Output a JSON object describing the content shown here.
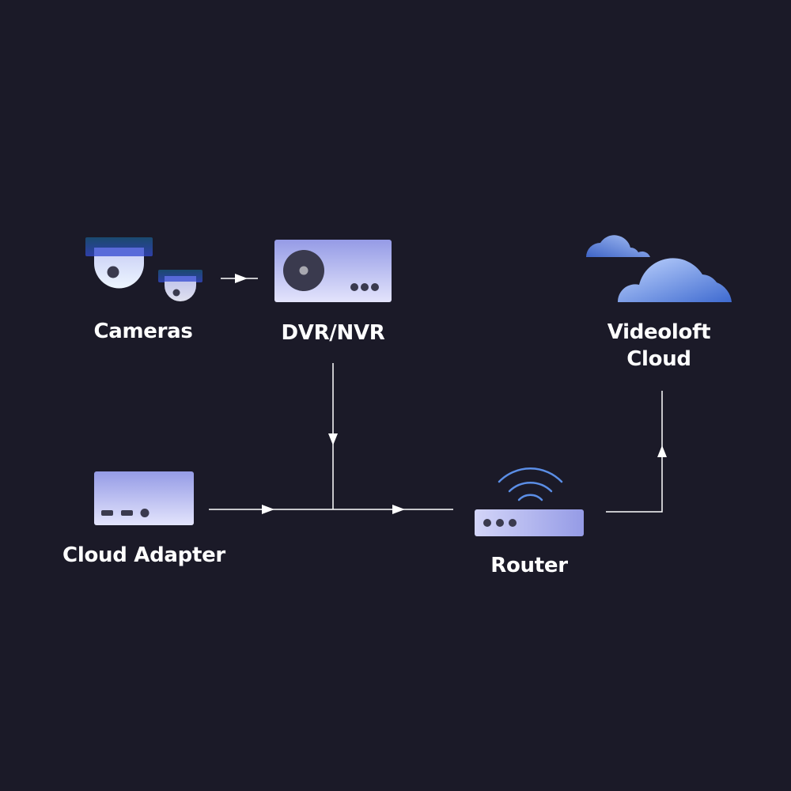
{
  "nodes": {
    "cameras": {
      "label": "Cameras"
    },
    "dvr": {
      "label": "DVR/NVR"
    },
    "cloud": {
      "label_line1": "Videoloft",
      "label_line2": "Cloud"
    },
    "adapter": {
      "label": "Cloud Adapter"
    },
    "router": {
      "label": "Router"
    }
  },
  "colors": {
    "background": "#1b1a28",
    "device_top": "#959be6",
    "device_bottom": "#e3e4fc",
    "camera_mount": "#1d3e7a",
    "camera_band": "#4d5fd6",
    "cloud_light": "#b9d1ff",
    "cloud_dark": "#3e6ad0",
    "wifi": "#5b8ee6",
    "dot": "#3a3a4e",
    "connector": "#ffffff"
  },
  "edges": [
    {
      "from": "Cameras",
      "to": "DVR/NVR"
    },
    {
      "from": "DVR/NVR",
      "to": "Router"
    },
    {
      "from": "Cloud Adapter",
      "to": "Router"
    },
    {
      "from": "Router",
      "to": "Videoloft Cloud"
    }
  ]
}
